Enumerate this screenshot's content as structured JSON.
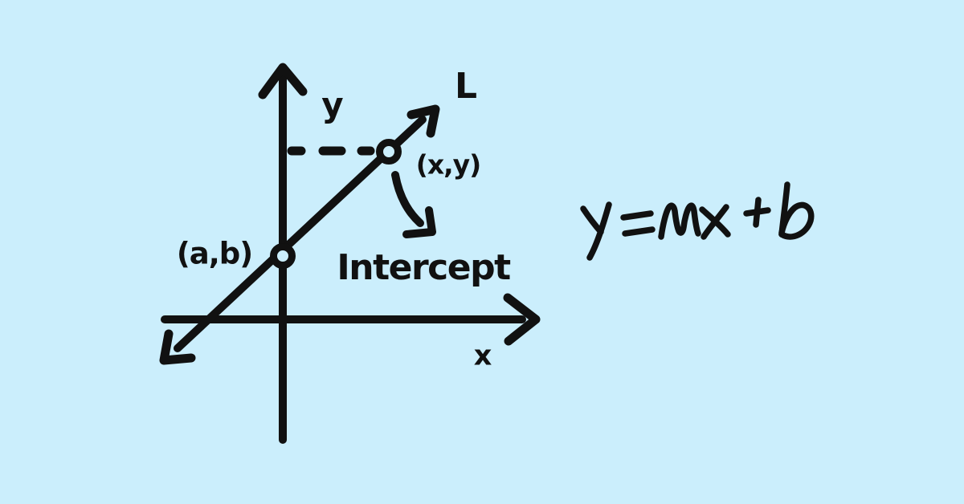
{
  "canvas": {
    "background": "#CBEEFC",
    "ink": "#111111"
  },
  "diagram": {
    "y_axis_label": "y",
    "x_axis_label": "x",
    "line_label": "L",
    "point_upper_label": "(x,y)",
    "point_intercept_label": "(a,b)",
    "intercept_caption": "Intercept"
  },
  "equation": {
    "text": "y = mx + b"
  }
}
